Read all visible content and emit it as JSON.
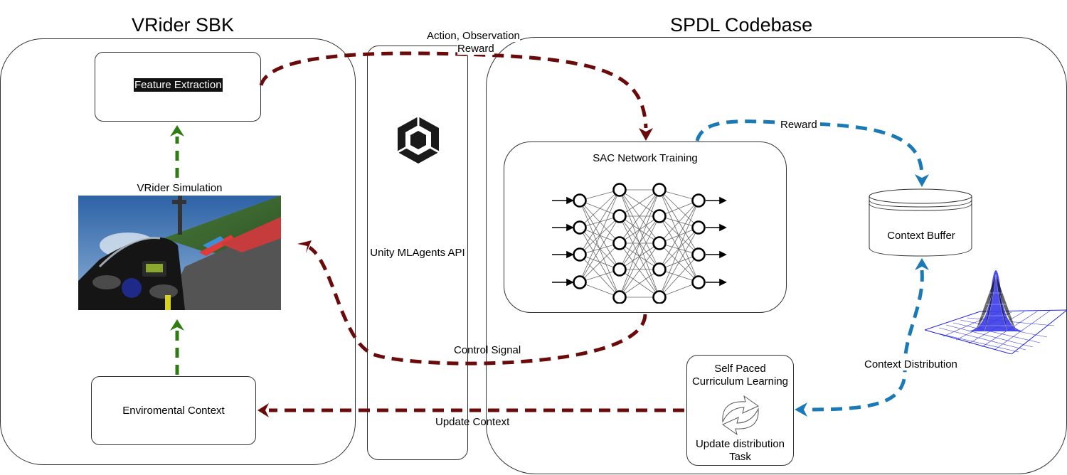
{
  "left_panel": {
    "title": "VRider SBK"
  },
  "right_panel": {
    "title": "SPDL Codebase"
  },
  "middle_panel": {
    "label": "Unity MLAgents API",
    "icon": "unity-logo-icon"
  },
  "nodes": {
    "feature_extraction": "Feature Extraction",
    "simulation": "VRider Simulation",
    "environmental_context": "Enviromental Context",
    "sac_training": "SAC Network Training",
    "context_buffer": "Context Buffer",
    "spcl_line1": "Self Paced",
    "spcl_line2": "Curriculum Learning",
    "spcl_line3": "Update distribution",
    "spcl_line4": "Task"
  },
  "edges": {
    "action_observation": "Action, Observation",
    "reward_top": "Reward",
    "reward_right": "Reward",
    "control_signal": "Control Signal",
    "update_context": "Update Context",
    "context_distribution": "Context Distribution"
  },
  "colors": {
    "dark_red": "#6b0a0a",
    "green": "#2f7d12",
    "blue": "#1a7ab8",
    "surface_blue": "#2222dd"
  }
}
